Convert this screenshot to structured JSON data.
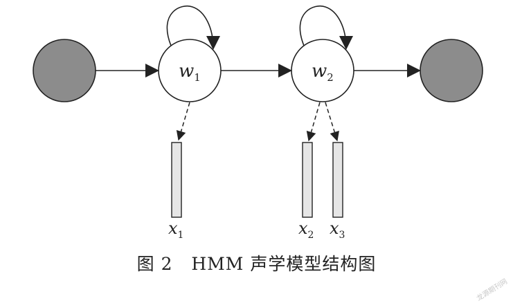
{
  "diagram": {
    "states": [
      {
        "id": "w1",
        "base": "w",
        "sub": "1"
      },
      {
        "id": "w2",
        "base": "w",
        "sub": "2"
      }
    ],
    "observations": [
      {
        "id": "x1",
        "base": "x",
        "sub": "1"
      },
      {
        "id": "x2",
        "base": "x",
        "sub": "2"
      },
      {
        "id": "x3",
        "base": "x",
        "sub": "3"
      }
    ],
    "colors": {
      "terminal_fill": "#8c8c8c",
      "state_fill": "#ffffff",
      "observation_fill": "#e6e6e6",
      "stroke": "#222222"
    }
  },
  "caption": {
    "label": "图 2",
    "title": "HMM 声学模型结构图"
  },
  "watermark": "龙源期刊网"
}
